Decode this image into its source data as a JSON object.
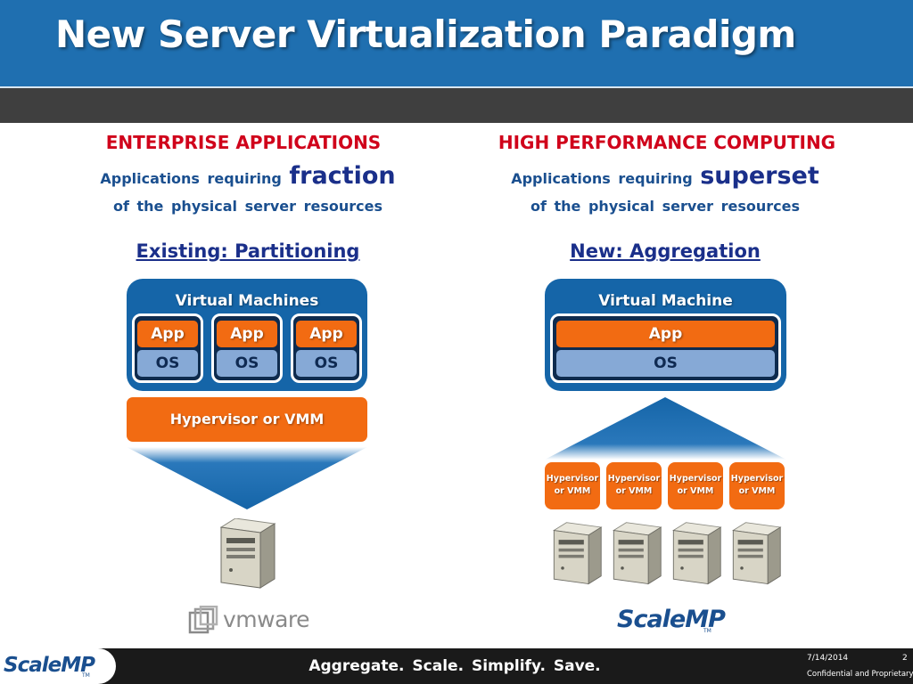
{
  "slide": {
    "title": "New Server Virtualization Paradigm"
  },
  "left": {
    "heading": "ENTERPRISE APPLICATIONS",
    "line1_prefix": "Applications  requiring",
    "line1_emphasis": "fraction",
    "line2": "of  the  physical  server  resources",
    "section": "Existing:  Partitioning",
    "vm_label": "Virtual Machines",
    "slots": [
      {
        "app": "App",
        "os": "OS"
      },
      {
        "app": "App",
        "os": "OS"
      },
      {
        "app": "App",
        "os": "OS"
      }
    ],
    "hypervisor": "Hypervisor or VMM",
    "logo_text": "vmware"
  },
  "right": {
    "heading": "HIGH PERFORMANCE COMPUTING",
    "line1_prefix": "Applications  requiring",
    "line1_emphasis": "superset",
    "line2": "of  the  physical  server  resources",
    "section": "New:  Aggregation",
    "vm_label": "Virtual Machine",
    "app": "App",
    "os": "OS",
    "hypervisors": [
      {
        "line1": "Hypervisor",
        "line2": "or VMM"
      },
      {
        "line1": "Hypervisor",
        "line2": "or VMM"
      },
      {
        "line1": "Hypervisor",
        "line2": "or VMM"
      },
      {
        "line1": "Hypervisor",
        "line2": "or VMM"
      }
    ],
    "logo_text": "ScaleMP",
    "logo_tm": "TM"
  },
  "footer": {
    "logo_text": "ScaleMP",
    "logo_tm": "TM",
    "tagline": "Aggregate.  Scale.  Simplify.  Save.",
    "date": "7/14/2014",
    "page": "2",
    "confidential": "Confidential and Proprietary"
  },
  "colors": {
    "header_blue": "#1f6fb0",
    "dark_band": "#3f3f3f",
    "heading_red": "#d0021b",
    "navy_text": "#1a2f8a",
    "vm_blue": "#1565a8",
    "orange": "#f26b12",
    "os_blue": "#86a9d6"
  },
  "icons": {
    "server": "server-tower-icon",
    "vmware_mark": "vmware-squares-icon"
  }
}
